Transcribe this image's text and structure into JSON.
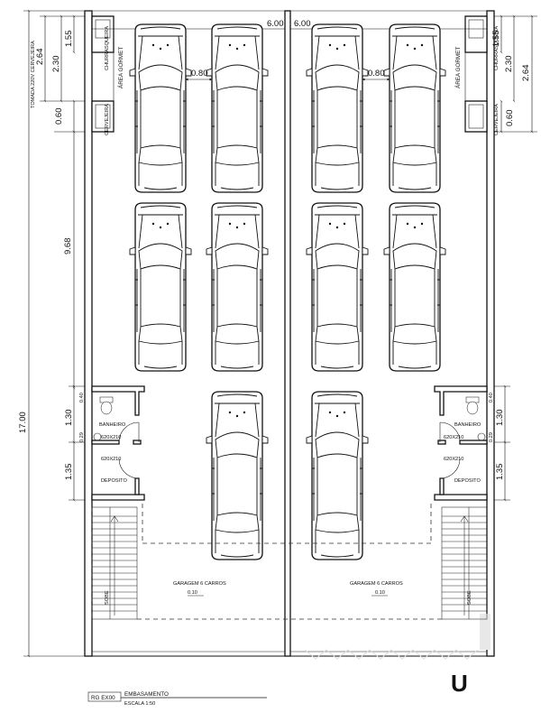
{
  "plan": {
    "dims": {
      "total_height": "17.00",
      "garage_depth": "9.68",
      "top_left_width": "6.00",
      "top_right_width": "6.00",
      "car_gap_left": "0.80",
      "car_gap_right": "0.80",
      "gourmet_total": "2.64",
      "gourmet_sub": "2.30",
      "churrasq_top": "1.55",
      "cervejeira": "0.60",
      "banheiro_h": "1.30",
      "banheiro_top": "0.40",
      "small_step": "0.29",
      "deposito_h": "1.35"
    },
    "labels": {
      "area_gourmet": "ÁREA GORMET",
      "churrasqueira": "CHURRASQUEIRA",
      "cervejeira": "CERVEJEIRA",
      "tomada": "TOMADA 220V CERVEJEIRA",
      "banheiro": "BANHEIRO",
      "deposito": "DEPOSITO",
      "door_1": "620X210",
      "door_2": "620X210",
      "garagem": "GARAGEM 6 CARROS",
      "level_left": "0.10",
      "level_right": "0.10",
      "sobe": "SOBE"
    },
    "title_block": {
      "code": "RG EX00",
      "name": "EMBASAMENTO",
      "scale": "ESCALA 1:50"
    },
    "watermark": "U"
  }
}
